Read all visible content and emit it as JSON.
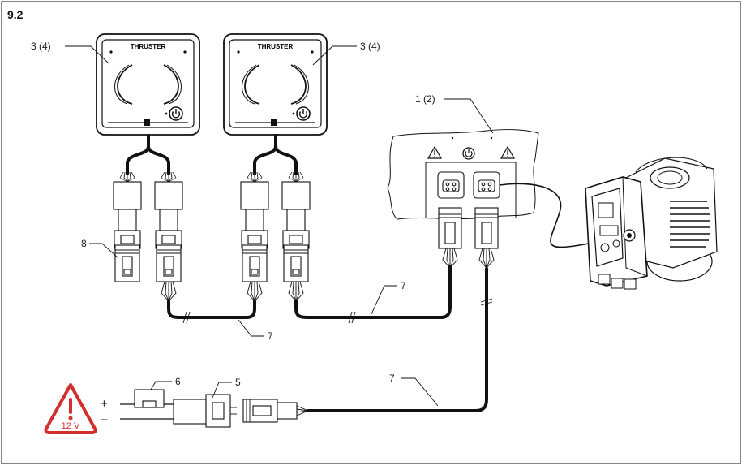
{
  "figure_number": "9.2",
  "panel_brand": "THRUSTER",
  "labels": {
    "panel_left": "3 (4)",
    "panel_right": "3 (4)",
    "controller": "1 (2)",
    "terminator": "8",
    "cable_a": "7",
    "cable_b": "7",
    "cable_c": "7",
    "fuse": "6",
    "plug": "5",
    "plus": "+",
    "minus": "–"
  },
  "warning_voltage": "12 V",
  "colors": {
    "warning": "#d32f2f",
    "line": "#111111"
  },
  "icons": [
    "power-icon",
    "warning-triangle-icon"
  ]
}
